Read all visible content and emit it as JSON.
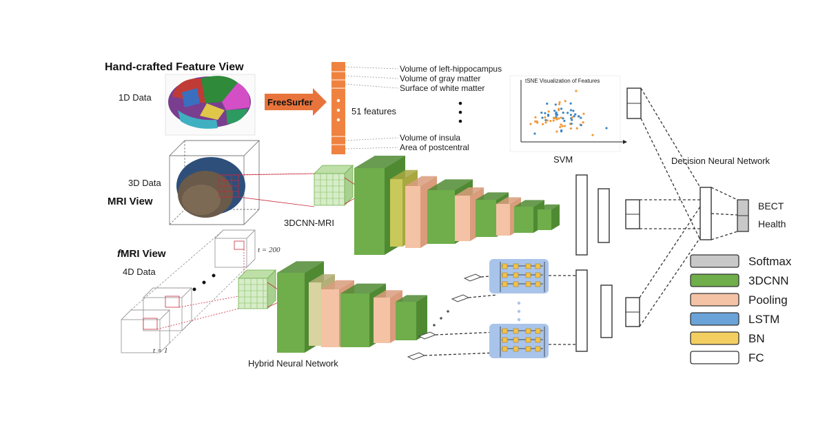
{
  "handcrafted": {
    "title": "Hand-crafted Feature View",
    "data_label": "1D Data",
    "tool_label": "FreeSurfer",
    "features_label": "51 features",
    "features": [
      "Volume of left-hippocampus",
      "Volume of gray matter",
      "Surface of white matter",
      "Volume of insula",
      "Area of postcentral"
    ]
  },
  "tsne": {
    "title": "tSNE Visualization of Features",
    "classifier_label": "SVM",
    "colors": {
      "class_a": "#3d86c6",
      "class_b": "#ee9a3a"
    }
  },
  "mri": {
    "data_label": "3D Data",
    "title": "MRI View",
    "network_label": "3DCNN-MRI"
  },
  "fmri": {
    "title_italic": "f",
    "title_rest": "MRI View",
    "data_label": "4D Data",
    "t_end": "t = 200",
    "t_start": "t = 1",
    "network_label": "Hybrid Neural Network"
  },
  "decision": {
    "title": "Decision Neural Network",
    "outputs": [
      "BECT",
      "Health"
    ]
  },
  "legend": {
    "items": [
      {
        "label": "Softmax",
        "color": "#c8c8c8"
      },
      {
        "label": "3DCNN",
        "color": "#6fae4a"
      },
      {
        "label": "Pooling",
        "color": "#f4c2a4"
      },
      {
        "label": "LSTM",
        "color": "#6aa3d8"
      },
      {
        "label": "BN",
        "color": "#f3cf62"
      },
      {
        "label": "FC",
        "color": "#ffffff"
      }
    ]
  },
  "colors": {
    "conv": "#6fae4a",
    "conv_side": "#4f8a33",
    "pool": "#f4c2a4",
    "pool_side": "#d99c7c",
    "bn": "#c9c85a",
    "lstm_panel": "#a9c4ea",
    "lstm_cell": "#f2c24a",
    "freesurfer_arrow": "#e8743b",
    "feature_bar": "#ef8240"
  }
}
